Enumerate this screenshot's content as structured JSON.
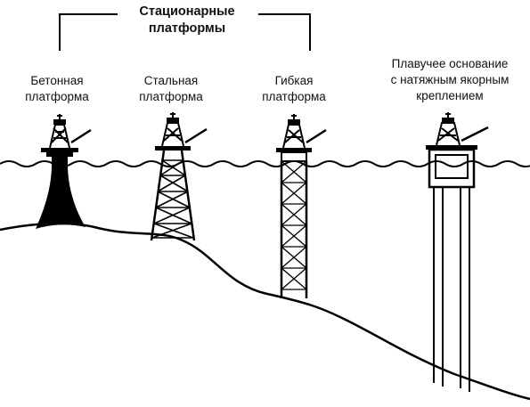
{
  "group_title": {
    "line1": "Стационарные",
    "line2": "платформы"
  },
  "platforms": [
    {
      "line1": "Бетонная",
      "line2": "платформа"
    },
    {
      "line1": "Стальная",
      "line2": "платформа"
    },
    {
      "line1": "Гибкая",
      "line2": "платформа"
    },
    {
      "line1": "Плавучее основание",
      "line2": "с натяжным якорным",
      "line3": "креплением"
    }
  ],
  "colors": {
    "ink": "#000000",
    "background": "#ffffff"
  }
}
